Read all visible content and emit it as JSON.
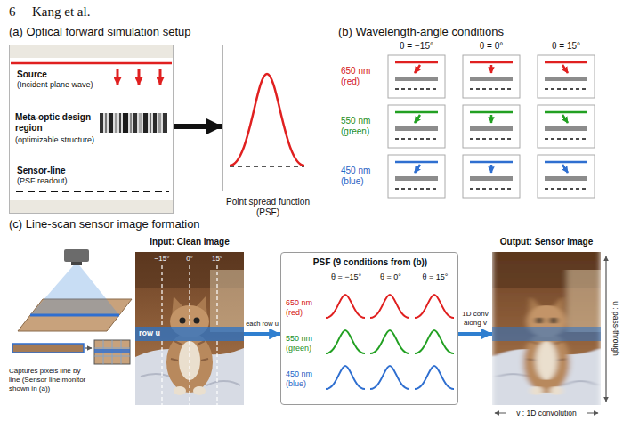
{
  "diagram": {
    "nodes": [
      {
        "text": [
          "Source",
          "(Incident plane wave)",
          "Meta-optic design region",
          "(optimizable structure)",
          "Sensor-line",
          "(PSF readout)"
        ]
      },
      {
        "text": [
          "Point spread function (PSF)"
        ]
      },
      {
        "text": [
          "Input: Clean image",
          "−15°",
          "0°",
          "15°",
          "row u"
        ]
      },
      {
        "text": [
          "PSF (9 conditions from (b))",
          "θ = −15°",
          "θ = 0°",
          "θ = 15°",
          "650 nm (red)",
          "550 nm (green)",
          "450 nm (blue)"
        ]
      },
      {
        "text": [
          "Output: Sensor image"
        ]
      }
    ],
    "edges": [
      {
        "from": 0,
        "to": 1,
        "arrow": "to"
      },
      {
        "from": 2,
        "to": 3,
        "arrow": "to",
        "label": "each row u"
      },
      {
        "from": 3,
        "to": 4,
        "arrow": "to",
        "label": "1D conv along v"
      }
    ],
    "labels": [
      "6",
      "Kang et al.",
      "(a) Optical forward simulation setup",
      "(b) Wavelength-angle conditions",
      "θ = −15°",
      "θ = 0°",
      "θ = 15°",
      "650 nm (red)",
      "550 nm (green)",
      "450 nm (blue)",
      "(c) Line-scan sensor image formation",
      "Captures pixels line by line (Sensor line monitor shown in (a))",
      "u : pass-through",
      "v : 1D convolution"
    ]
  }
}
